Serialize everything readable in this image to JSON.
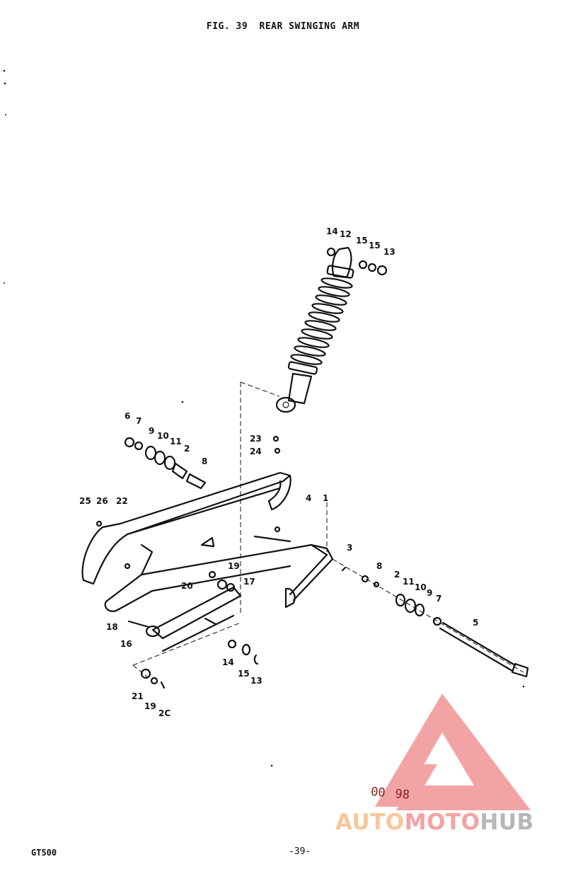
{
  "figure": {
    "fig_label": "FIG. 39",
    "title": "REAR SWINGING ARM"
  },
  "footer": {
    "model": "GT500",
    "page": "-39-"
  },
  "stamp": {
    "left": "00",
    "right": "98"
  },
  "watermark": {
    "part1": "AUTO",
    "part2": "MOTO",
    "part3": "HUB",
    "colors": {
      "orange": "#f8c79a",
      "pink": "#f4a3a3",
      "gray": "#b7b7b7",
      "red": "#e85a5a"
    }
  },
  "callouts": {
    "shock_14": "14",
    "shock_12": "12",
    "shock_15a": "15",
    "shock_15b": "15",
    "shock_13": "13",
    "bolt_23": "23",
    "nut_24": "24",
    "left_6": "6",
    "left_7": "7",
    "left_9": "9",
    "left_10": "10",
    "left_11": "11",
    "left_2": "2",
    "left_8": "8",
    "c25": "25",
    "c26": "26",
    "c22": "22",
    "c4": "4",
    "c1": "1",
    "right_3": "3",
    "right_8": "8",
    "right_2": "2",
    "right_11": "11",
    "right_10": "10",
    "right_9": "9",
    "right_7": "7",
    "right_5": "5",
    "mid_19": "19",
    "mid_20": "20",
    "mid_17": "17",
    "c18": "18",
    "c16": "16",
    "low_14": "14",
    "low_15": "15",
    "low_13": "13",
    "c21": "21",
    "c19b": "19",
    "c20b": "2C"
  }
}
